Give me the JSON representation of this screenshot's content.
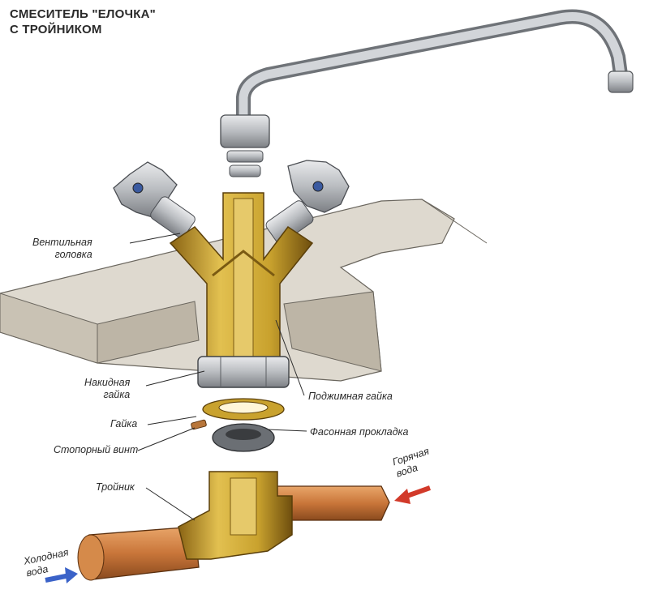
{
  "title": {
    "line1": "СМЕСИТЕЛЬ \"ЕЛОЧКА\"",
    "line2": "С ТРОЙНИКОМ"
  },
  "labels": {
    "valve_head_1": "Вентильная",
    "valve_head_2": "головка",
    "union_nut_1": "Накидная",
    "union_nut_2": "гайка",
    "nut": "Гайка",
    "lock_screw": "Стопорный винт",
    "tee": "Тройник",
    "clamp_nut": "Поджимная гайка",
    "shaped_gasket": "Фасонная прокладка",
    "hot_water_1": "Горячая",
    "hot_water_2": "вода",
    "cold_water_1": "Холодная",
    "cold_water_2": "вода"
  },
  "colors": {
    "brass": "#c9a22e",
    "brass_dark": "#7a5a12",
    "copper": "#c9763a",
    "steel": "#b9bcc0",
    "counter": "#d6d0c4",
    "hot_arrow": "#d23a2a",
    "cold_arrow": "#3a62c8"
  }
}
